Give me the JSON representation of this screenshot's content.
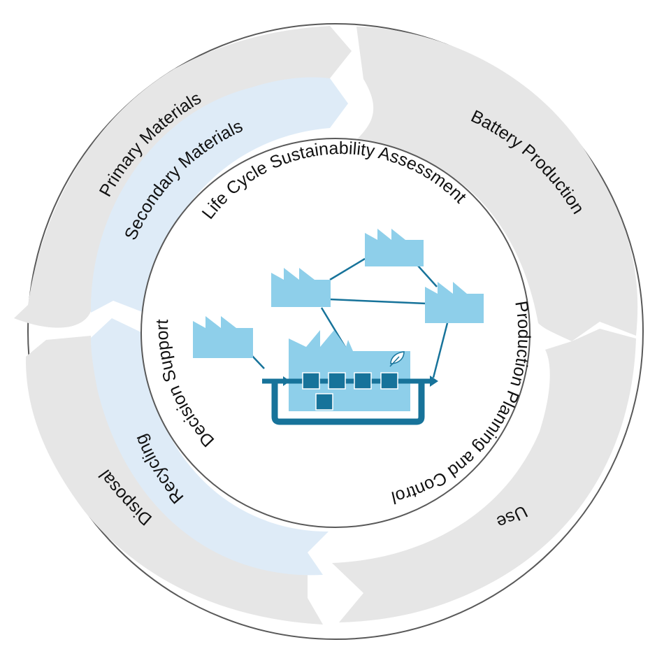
{
  "outer_ring": {
    "primary_materials": "Primary Materials",
    "battery_production": "Battery Production",
    "use": "Use",
    "disposal": "Disposal"
  },
  "middle_ring": {
    "secondary_materials": "Secondary Materials",
    "recycling": "Recycling"
  },
  "inner_circle": {
    "lcsa": "Life Cycle Sustainability Assessment",
    "decision_support": "Decision Support",
    "production_planning": "Production Planning and Control"
  },
  "colors": {
    "outer_segment": "#e6e6e6",
    "inner_segment": "#deebf7",
    "factory": "#8ecfea",
    "accent": "#17739a",
    "ring_line": "#595959"
  }
}
